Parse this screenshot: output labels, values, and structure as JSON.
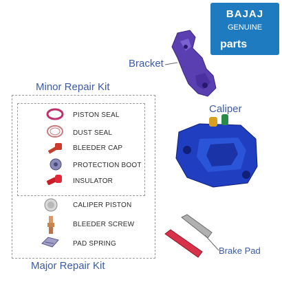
{
  "logo": {
    "brand": "BAJAJ",
    "line1": "GENUINE",
    "line2": "parts",
    "color": "#1f7bbf"
  },
  "labels": {
    "bracket": "Bracket",
    "caliper": "Caliper",
    "brake_pad": "Brake Pad",
    "minor_kit": "Minor Repair Kit",
    "major_kit": "Major Repair Kit"
  },
  "minor_items": [
    {
      "label": "PISTON SEAL",
      "icon": "piston-seal-icon"
    },
    {
      "label": "DUST SEAL",
      "icon": "dust-seal-icon"
    },
    {
      "label": "BLEEDER CAP",
      "icon": "bleeder-cap-icon"
    },
    {
      "label": "PROTECTION BOOT",
      "icon": "protection-boot-icon"
    },
    {
      "label": "INSULATOR",
      "icon": "insulator-icon"
    }
  ],
  "major_items": [
    {
      "label": "CALIPER PISTON",
      "icon": "caliper-piston-icon"
    },
    {
      "label": "BLEEDER SCREW",
      "icon": "bleeder-screw-icon"
    },
    {
      "label": "PAD SPRING",
      "icon": "pad-spring-icon"
    }
  ],
  "colors": {
    "label_text": "#3a5aa8",
    "caliper_blue": "#1f3fc0",
    "bracket_purple": "#5a3fb0",
    "pad_red": "#d8324a"
  }
}
